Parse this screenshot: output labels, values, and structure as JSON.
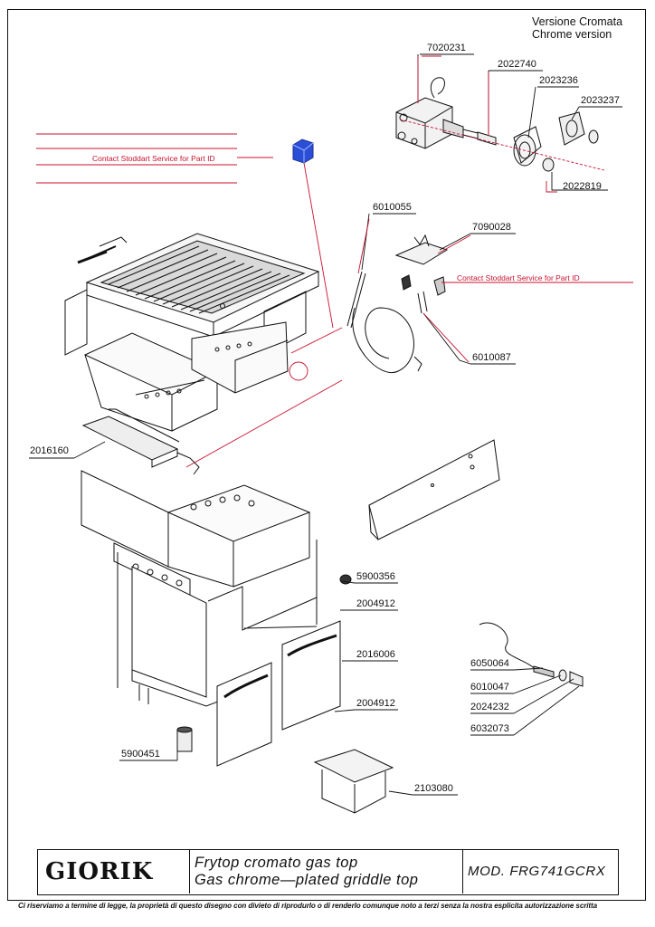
{
  "header": {
    "version_it": "Versione Cromata",
    "version_en": "Chrome version"
  },
  "parts": [
    {
      "id": "7020231"
    },
    {
      "id": "2022740"
    },
    {
      "id": "2023236"
    },
    {
      "id": "2023237"
    },
    {
      "id": "2022819"
    },
    {
      "id": "6010055"
    },
    {
      "id": "7090028"
    },
    {
      "id": "6010087"
    },
    {
      "id": "2016160"
    },
    {
      "id": "5900356"
    },
    {
      "id": "2004912"
    },
    {
      "id": "2016006"
    },
    {
      "id": "2004912"
    },
    {
      "id": "6050064"
    },
    {
      "id": "6010047"
    },
    {
      "id": "2024232"
    },
    {
      "id": "6032073"
    },
    {
      "id": "5900451"
    },
    {
      "id": "2103080"
    }
  ],
  "service_notes": {
    "left": "Contact Stoddart Service for Part ID",
    "right": "Contact Stoddart Service for Part ID"
  },
  "title_block": {
    "logo": "GIORIK",
    "desc_it": "Frytop cromato gas top",
    "desc_en": "Gas chrome—plated griddle top",
    "model": "MOD. FRG741GCRX"
  },
  "footer": "Ci riserviamo a termine di legge, la proprietà di questo disegno con divieto di riprodurlo o di renderlo comunque noto a terzi senza la nostra esplicita autorizzazione scritta",
  "colors": {
    "leader_red": "#c8102e",
    "line": "#111111",
    "highlight_blue": "#2a4fd6"
  }
}
